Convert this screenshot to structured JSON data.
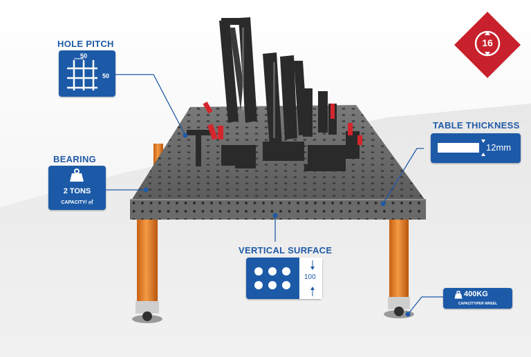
{
  "badge": {
    "number": "16",
    "color": "#c8202c"
  },
  "hole_pitch": {
    "title": "HOLE PITCH",
    "top_value": "50",
    "side_value": "50"
  },
  "bearing": {
    "title": "BEARING",
    "value": "2 TONS",
    "sub": "CAPACITY/ ㎡"
  },
  "table_thickness": {
    "title": "TABLE THICKNESS",
    "value": "12mm"
  },
  "vertical_surface": {
    "title": "VERTICAL SURFACE",
    "value": "100"
  },
  "wheel": {
    "value": "400KG",
    "sub": "CAPACITY/PER WHEEL"
  },
  "colors": {
    "accent": "#1f5aa6",
    "box": "#1c5aa8",
    "badge": "#c8202c",
    "leg": "#e07a22",
    "table": "#6d6d6d"
  },
  "icons": {
    "badge": "up-down-arrow-circle-icon",
    "hole_pitch": "grid-icon",
    "bearing": "weight-icon",
    "wheel": "weight-icon"
  }
}
